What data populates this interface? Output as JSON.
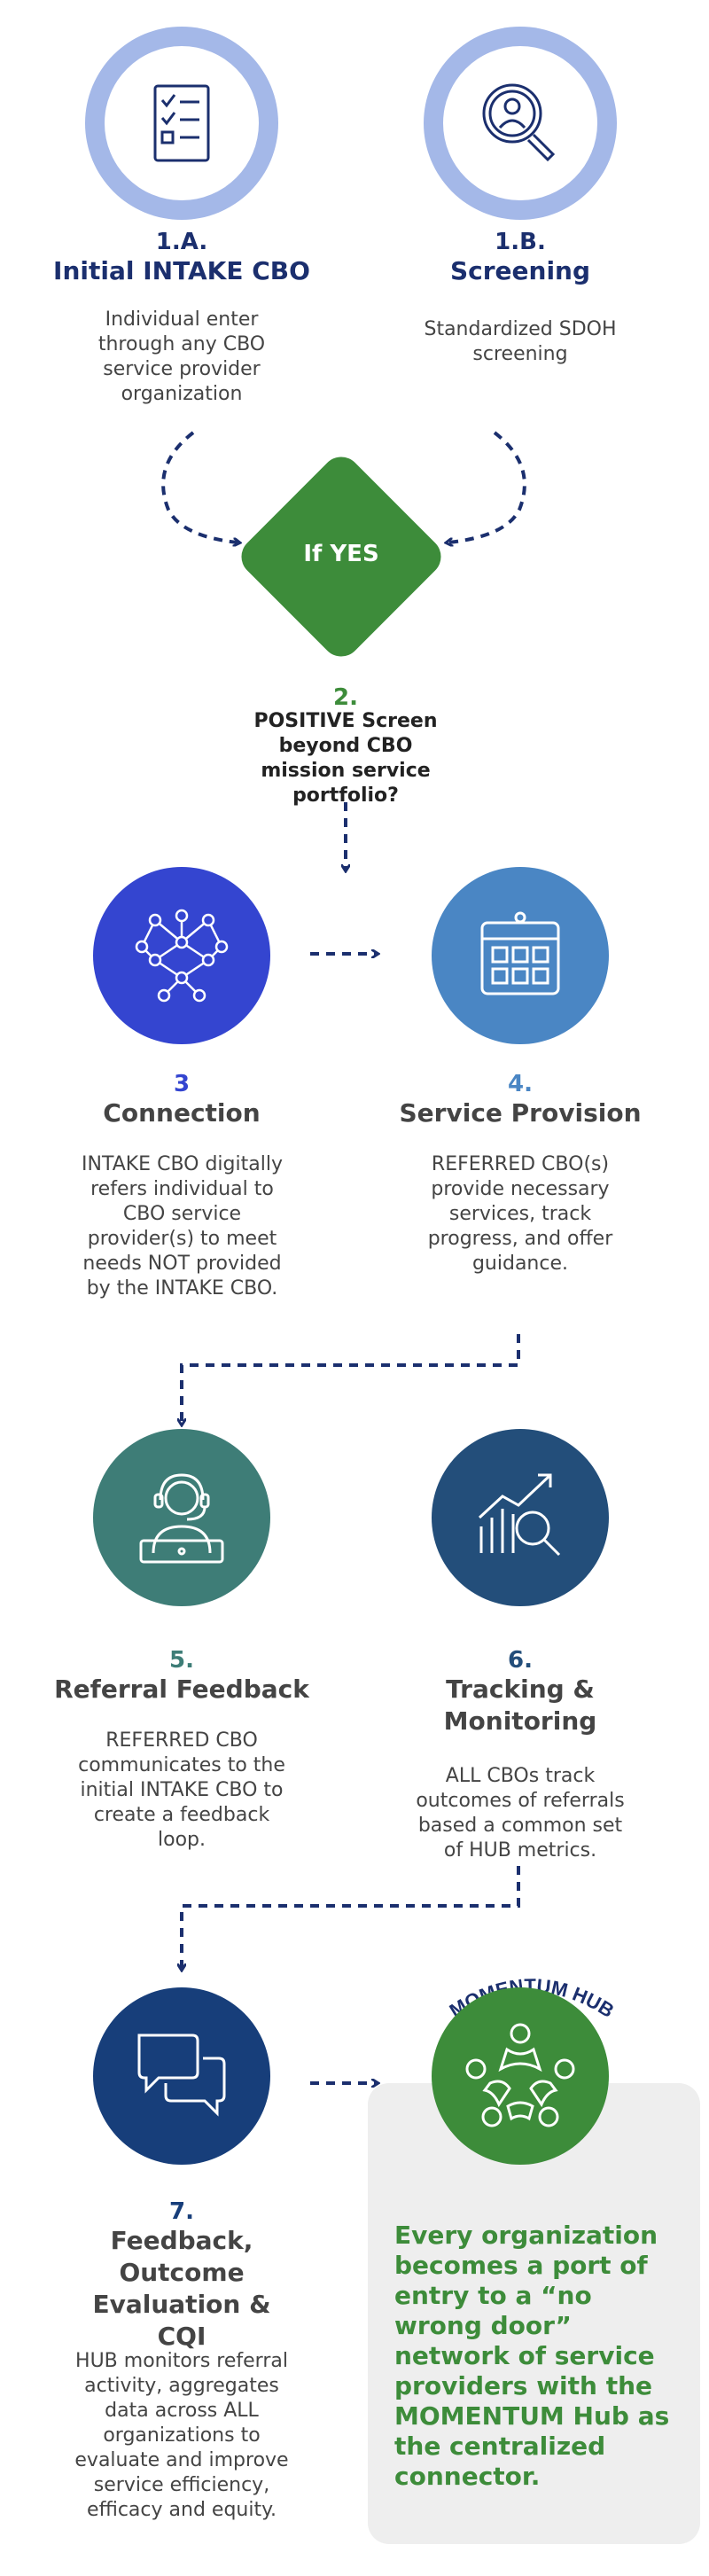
{
  "step1a": {
    "num": "1.A.",
    "title": "Initial INTAKE CBO",
    "desc": "Individual enter through any CBO service provider organization",
    "icon": "checklist-icon"
  },
  "step1b": {
    "num": "1.B.",
    "title": "Screening",
    "desc": "Standardized SDOH screening",
    "icon": "magnifier-person-icon"
  },
  "decision": {
    "label": "If YES"
  },
  "step2": {
    "num": "2.",
    "desc": "POSITIVE Screen beyond CBO mission service portfolio?"
  },
  "step3": {
    "num": "3",
    "title": "Connection",
    "desc": "INTAKE CBO digitally refers individual to CBO service provider(s) to meet needs NOT provided by the INTAKE CBO.",
    "icon": "network-icon"
  },
  "step4": {
    "num": "4.",
    "title": "Service Provision",
    "desc": "REFERRED CBO(s) provide necessary services, track progress, and offer guidance.",
    "icon": "calendar-icon"
  },
  "step5": {
    "num": "5.",
    "title": "Referral Feedback",
    "desc": "REFERRED CBO communicates to the initial INTAKE CBO to create a feedback loop.",
    "icon": "headset-agent-icon"
  },
  "step6": {
    "num": "6.",
    "title": "Tracking & Monitoring",
    "desc": "ALL CBOs track outcomes of referrals based a common set of HUB metrics.",
    "icon": "chart-magnifier-icon"
  },
  "step7": {
    "num": "7.",
    "title": "Feedback, Outcome Evaluation & CQI",
    "desc": "HUB monitors referral activity, aggregates data across ALL organizations to evaluate and improve service efficiency, efficacy and equity.",
    "icon": "chat-bubbles-icon"
  },
  "hub": {
    "label": "MOMENTUM HUB",
    "text": "Every organization becomes a port of entry to a “no wrong door” network of service providers with the MOMENTUM Hub as the centralized connector.",
    "icon": "people-circle-icon"
  },
  "colors": {
    "navy": "#1b2f6e",
    "green": "#3d8c3a",
    "light_blue": "#a4b8e8",
    "blue_step3": "#3445d0",
    "blue_step4": "#4a86c4",
    "teal": "#3e7d77",
    "navy_step6": "#234e7a",
    "navy_step7": "#173e7a",
    "gray_panel": "#eeeeee"
  }
}
